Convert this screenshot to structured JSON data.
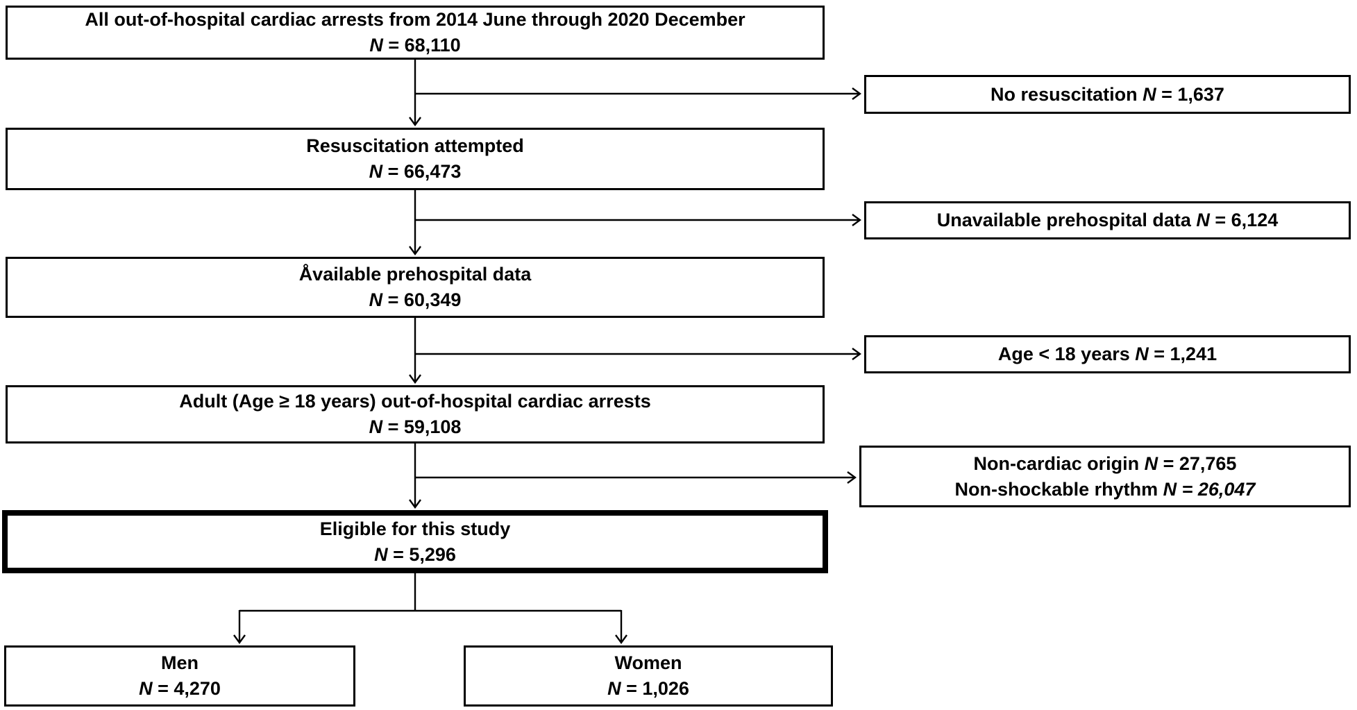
{
  "figure": {
    "type": "study-flowchart",
    "background_color": "#ffffff",
    "line_color": "#000000",
    "highlight_border_color": "#000000"
  },
  "boxes": {
    "all_arrests": {
      "line1": "All out-of-hospital cardiac arrests  from 2014 June  through 2020 December",
      "n_label": "N",
      "n_value": " = 68,110"
    },
    "no_resuscitation": {
      "pre": "No resuscitation ",
      "n_label": "N",
      "n_value": " = 1,637"
    },
    "resuscitation_attempted": {
      "line1": "Resuscitation attempted",
      "n_label": "N",
      "n_value": " = 66,473"
    },
    "unavailable_prehospital": {
      "pre": "Unavailable prehospital data ",
      "n_label": "N",
      "n_value": " = 6,124"
    },
    "available_prehospital": {
      "line1": "Åvailable prehospital data",
      "n_label": "N",
      "n_value": " =  60,349"
    },
    "age_under_18": {
      "pre": "Age < 18 years ",
      "n_label": "N",
      "n_value": " = 1,241"
    },
    "adult_arrests": {
      "line1": "Adult (Age ≥ 18 years) out-of-hospital cardiac arrests",
      "n_label": "N",
      "n_value": " =  59,108"
    },
    "exclusion_noncardiac": {
      "pre1": "Non-cardiac origin ",
      "n1_label": "N",
      "n1_value": " = 27,765",
      "pre2": "Non-shockable rhythm ",
      "n2_label": "N",
      "n2_value": " = 26,047"
    },
    "eligible": {
      "line1": "Eligible for this study",
      "n_label": "N",
      "n_value": " = 5,296"
    },
    "men": {
      "line1": "Men",
      "n_label": "N",
      "n_value": " = 4,270"
    },
    "women": {
      "line1": "Women",
      "n_label": "N",
      "n_value": " = 1,026"
    }
  }
}
